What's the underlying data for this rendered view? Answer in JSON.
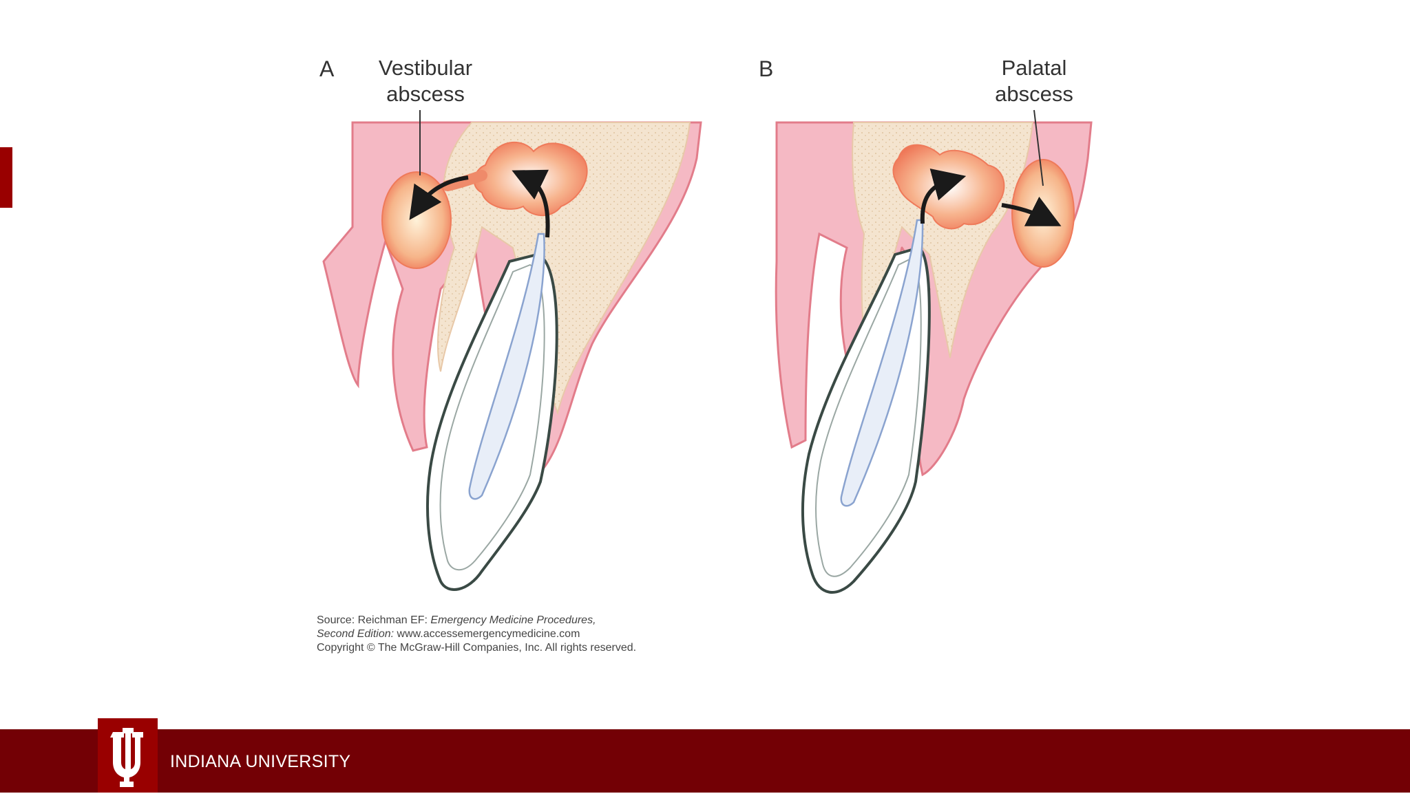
{
  "slide": {
    "accent_color": "#990000",
    "footer_color": "#730005"
  },
  "figure": {
    "panel_a": {
      "letter": "A",
      "label_line1": "Vestibular",
      "label_line2": "abscess"
    },
    "panel_b": {
      "letter": "B",
      "label_line1": "Palatal",
      "label_line2": "abscess"
    },
    "caption": {
      "source_prefix": "Source: Reichman EF: ",
      "source_title": "Emergency Medicine Procedures,",
      "edition": "Second Edition:",
      "url": " www.accessemergencymedicine.com",
      "copyright": "Copyright © The McGraw-Hill Companies, Inc. All rights reserved."
    }
  },
  "footer": {
    "logo_icon": "iu-trident-icon",
    "institution": "INDIANA UNIVERSITY"
  }
}
